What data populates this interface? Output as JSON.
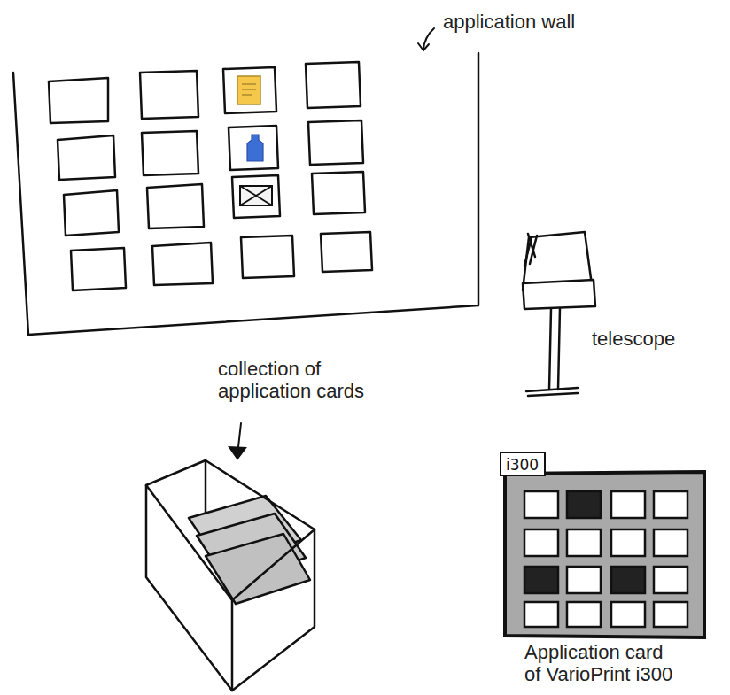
{
  "diagram": {
    "nodes": [
      {
        "text": [
          "i300"
        ]
      }
    ],
    "labels": [
      "application wall",
      "telescope",
      "collection of application cards",
      "Application card of VarioPrint i300"
    ]
  }
}
